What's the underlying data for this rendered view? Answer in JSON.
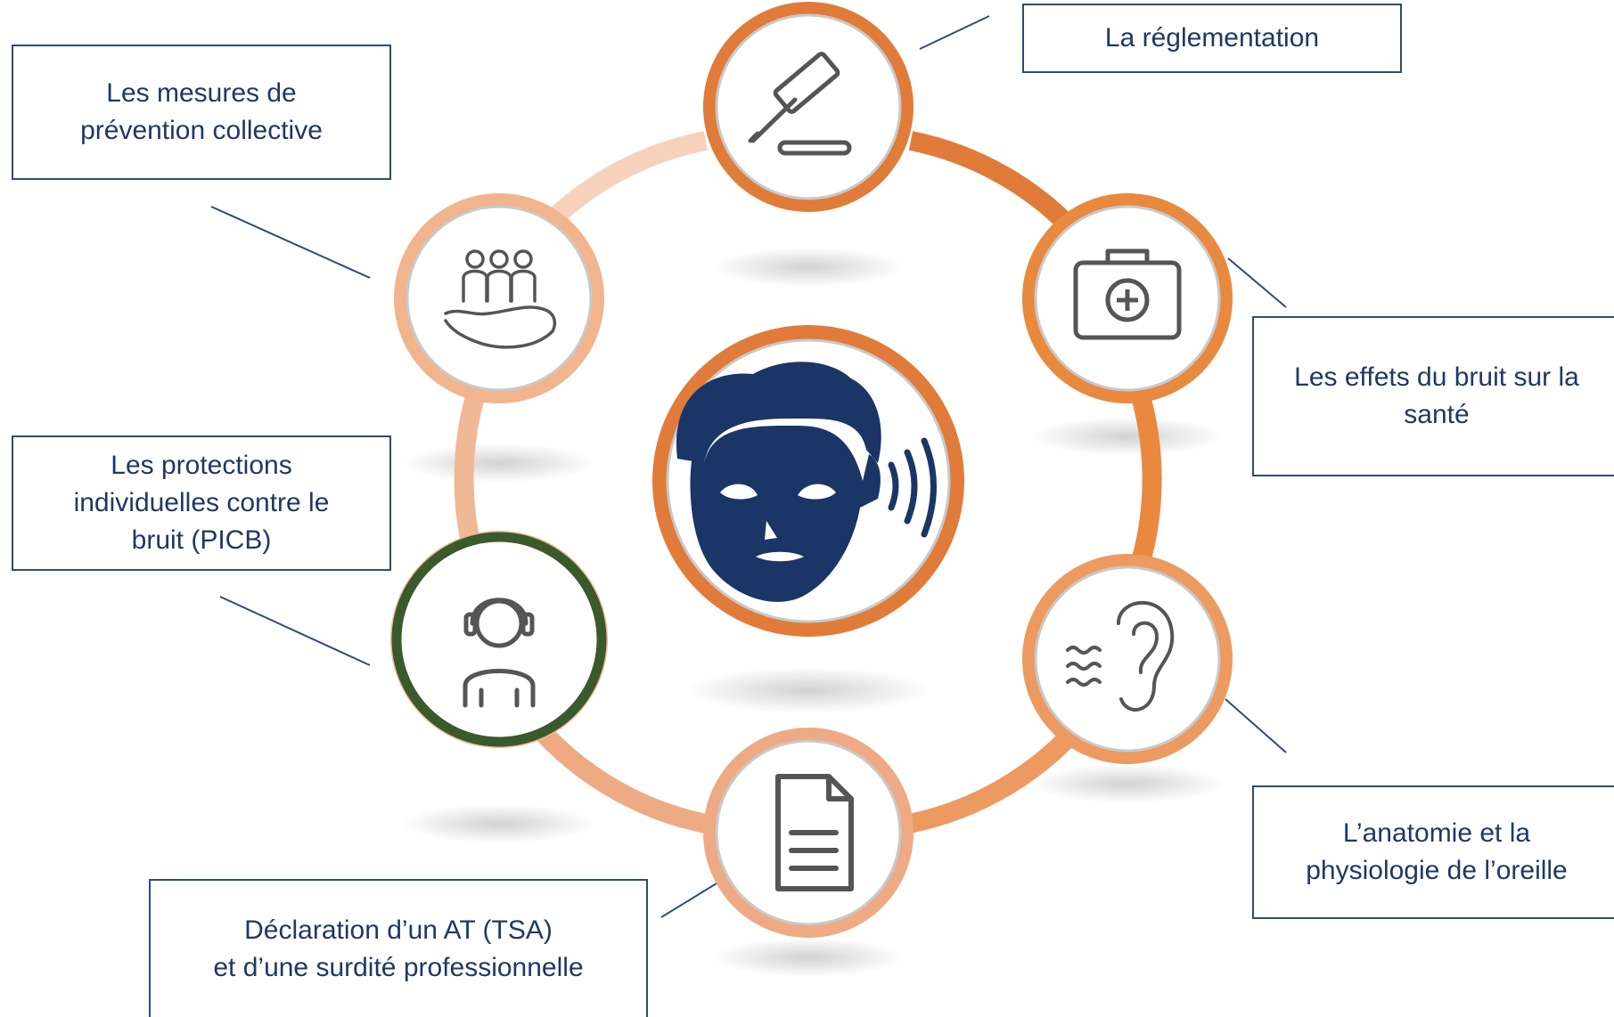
{
  "center": {
    "icon": "person-hearing-noise-icon"
  },
  "topics": [
    {
      "id": "reglementation",
      "icon": "gavel-icon",
      "lines": [
        "La réglementation"
      ]
    },
    {
      "id": "effets-sante",
      "icon": "first-aid-kit-icon",
      "lines": [
        "Les effets du bruit sur la",
        "santé"
      ]
    },
    {
      "id": "anatomie",
      "icon": "ear-sound-waves-icon",
      "lines": [
        "L’anatomie et la",
        "physiologie de l’oreille"
      ]
    },
    {
      "id": "declaration",
      "icon": "document-icon",
      "lines": [
        "Déclaration d’un AT (TSA)",
        "et d’une surdité professionnelle"
      ]
    },
    {
      "id": "protections",
      "icon": "person-headphones-icon",
      "lines": [
        "Les protections",
        "individuelles contre le",
        "bruit (PICB)"
      ]
    },
    {
      "id": "prevention",
      "icon": "group-hand-icon",
      "lines": [
        "Les mesures de",
        "prévention collective"
      ]
    }
  ],
  "colors": {
    "ring_orange": "#e07b39",
    "ring_light": "#f2b48c",
    "ring_pale": "#f7d6c3",
    "highlight_green": "#3a5a2c",
    "label_border": "#2e4a7a",
    "label_text": "#1f3864",
    "face_navy": "#1b3566",
    "icon_gray": "#555555"
  }
}
